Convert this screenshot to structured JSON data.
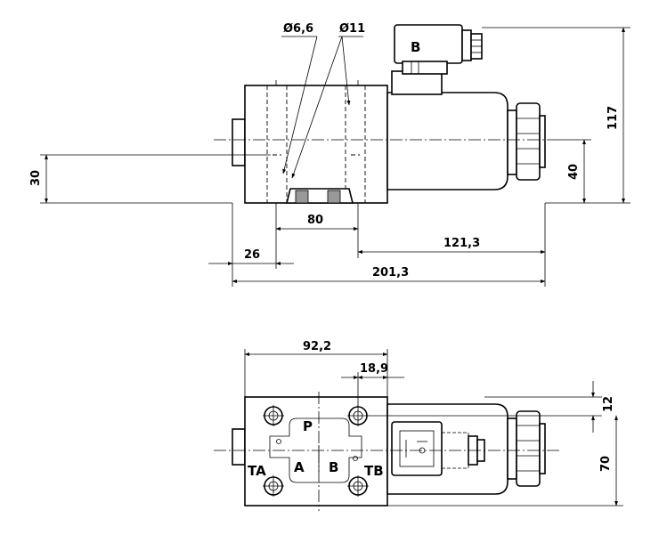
{
  "side_view": {
    "dims": {
      "hole_small": "Ø6,6",
      "hole_large": "Ø11",
      "height_axis": "30",
      "height_total": "117",
      "height_solenoid": "40",
      "pitch": "80",
      "offset": "26",
      "solenoid_length": "121,3",
      "total_length": "201,3"
    },
    "connector_label": "B"
  },
  "top_view": {
    "dims": {
      "width": "92,2",
      "offset": "18,9",
      "edge": "12",
      "height": "70"
    },
    "ports": {
      "p": "P",
      "a": "A",
      "b": "B",
      "ta": "TA",
      "tb": "TB"
    }
  }
}
